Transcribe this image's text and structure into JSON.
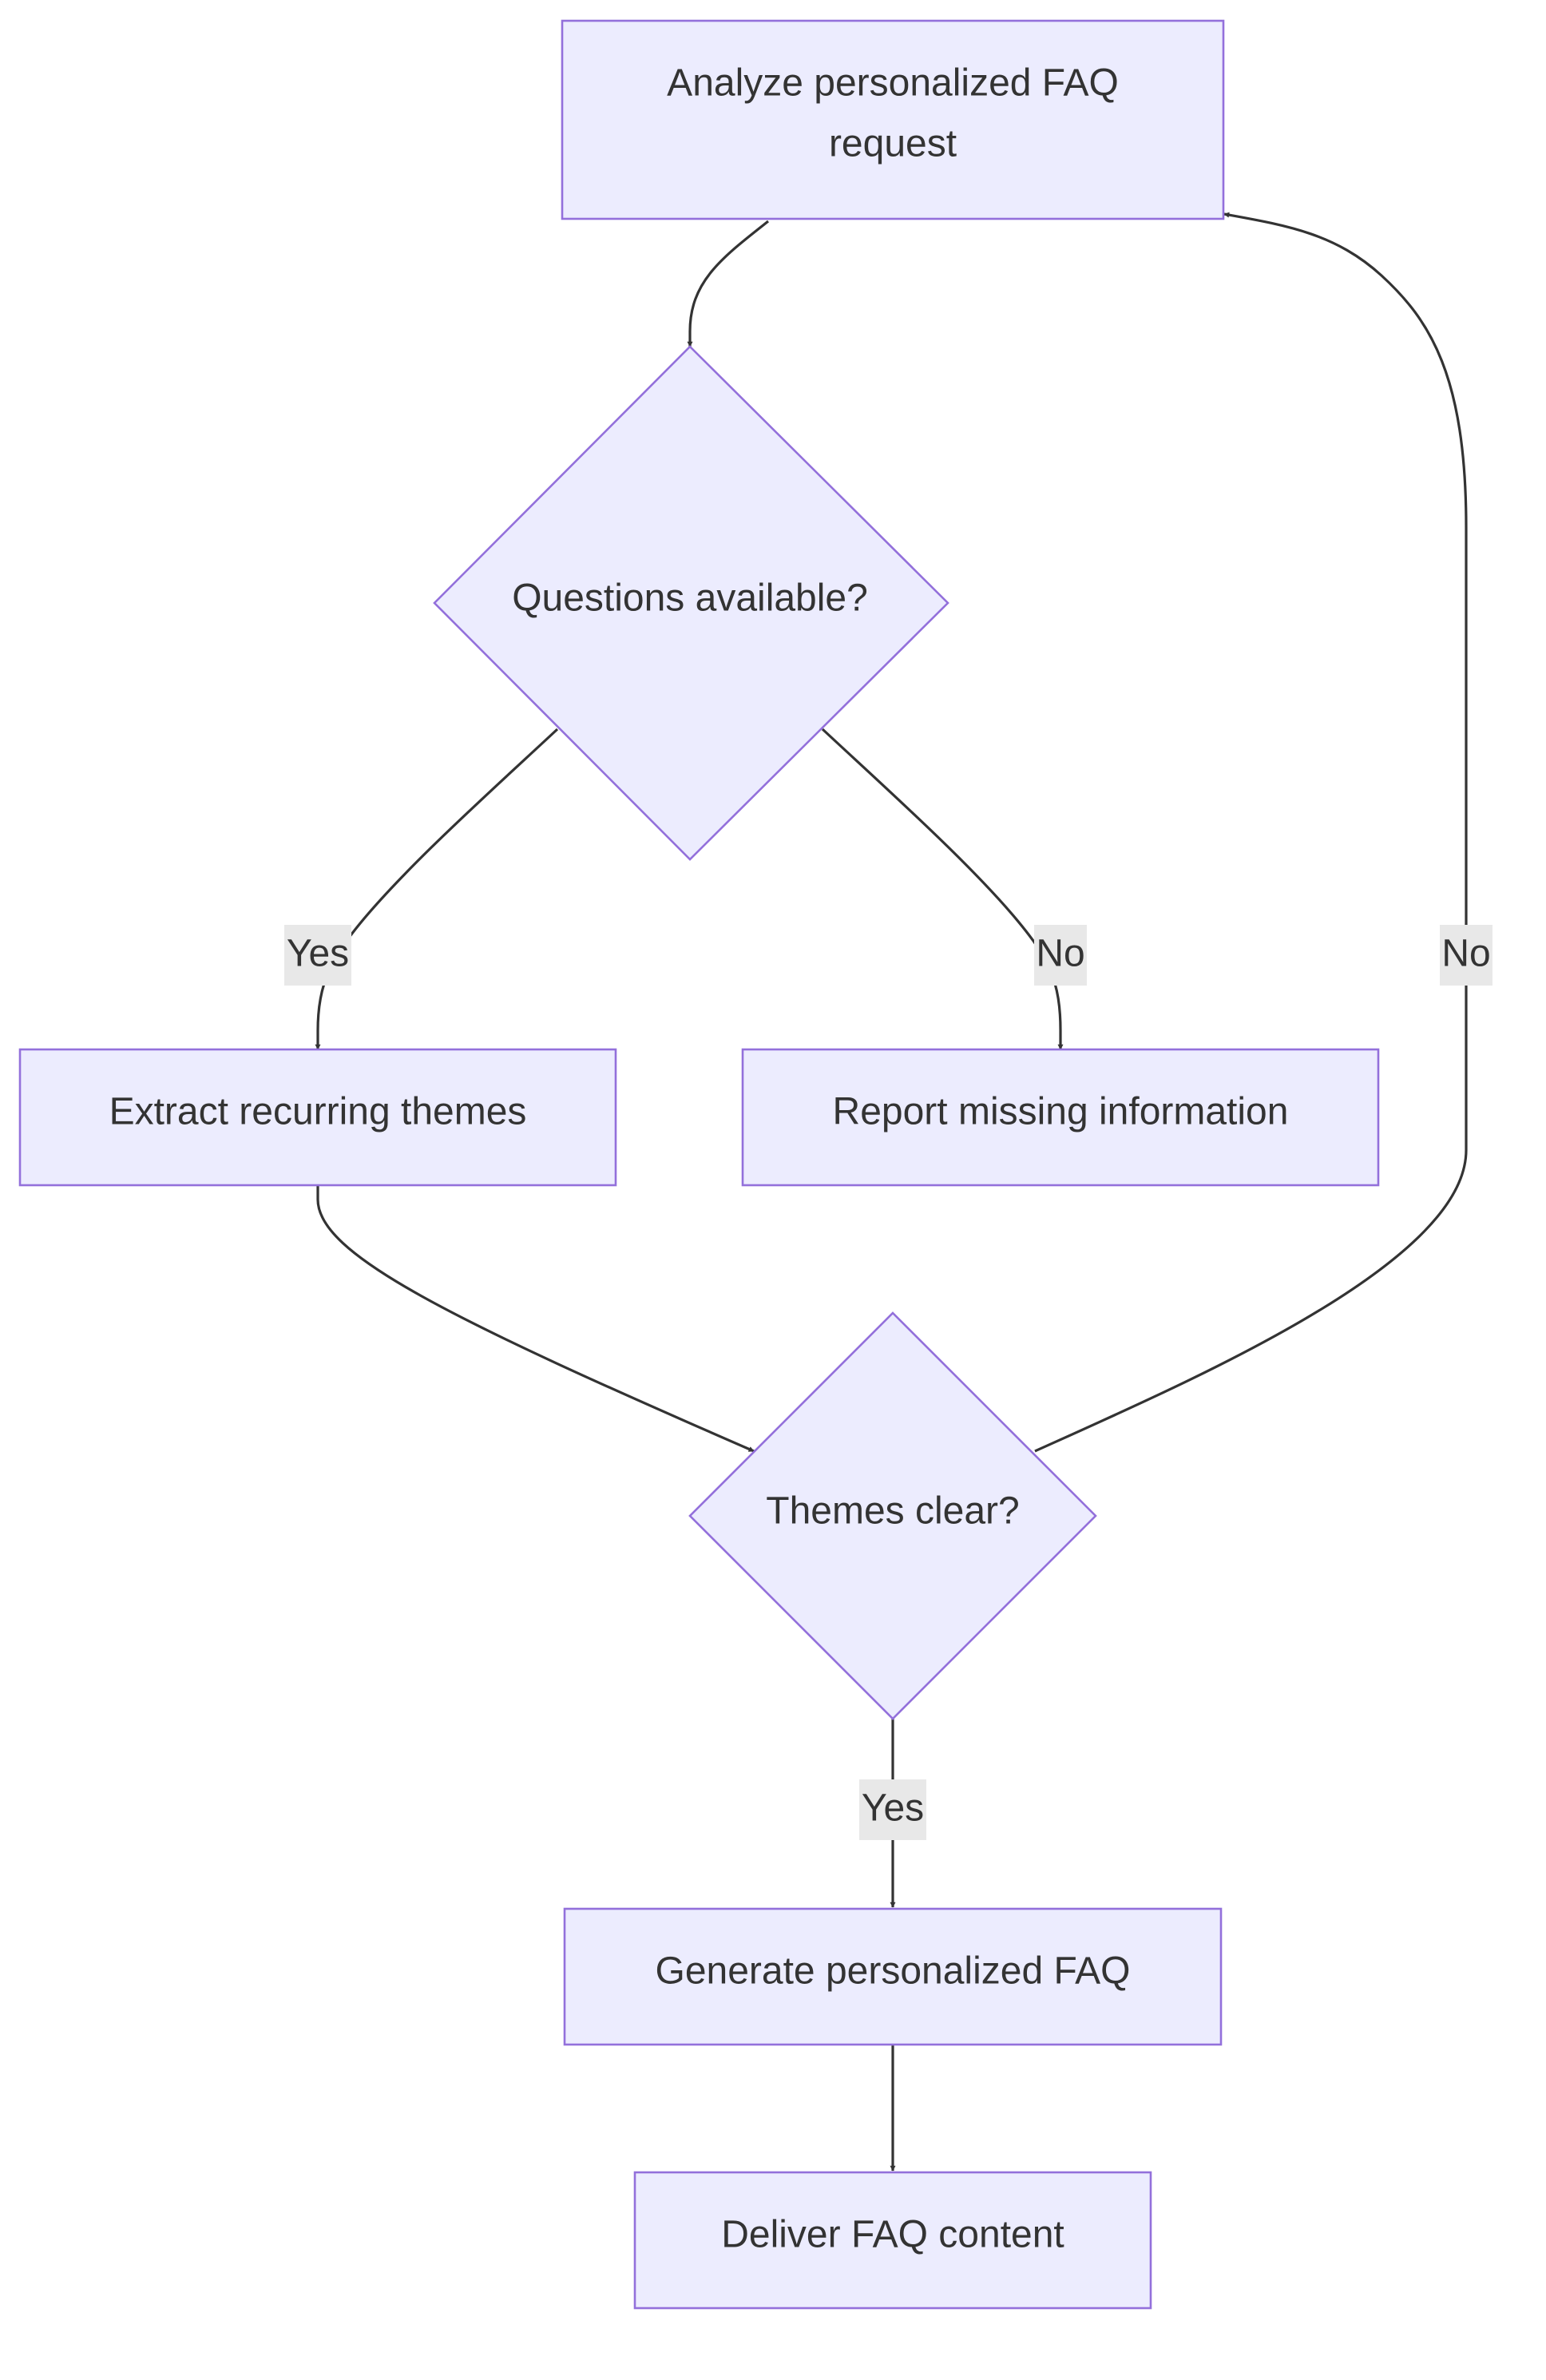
{
  "diagram": {
    "colors": {
      "node_fill": "#ececfe",
      "node_stroke": "#9370db",
      "edge": "#333333",
      "label_bg": "#e8e8e8",
      "text": "#333333"
    },
    "nodes": {
      "analyze": {
        "line1": "Analyze personalized FAQ",
        "line2": "request"
      },
      "questions": {
        "text": "Questions available?"
      },
      "extract": {
        "text": "Extract recurring themes"
      },
      "report": {
        "text": "Report missing information"
      },
      "themes": {
        "text": "Themes clear?"
      },
      "generate": {
        "text": "Generate personalized FAQ"
      },
      "deliver": {
        "text": "Deliver FAQ content"
      }
    },
    "edges": {
      "questions_yes": "Yes",
      "questions_no": "No",
      "themes_no": "No",
      "themes_yes": "Yes"
    }
  }
}
